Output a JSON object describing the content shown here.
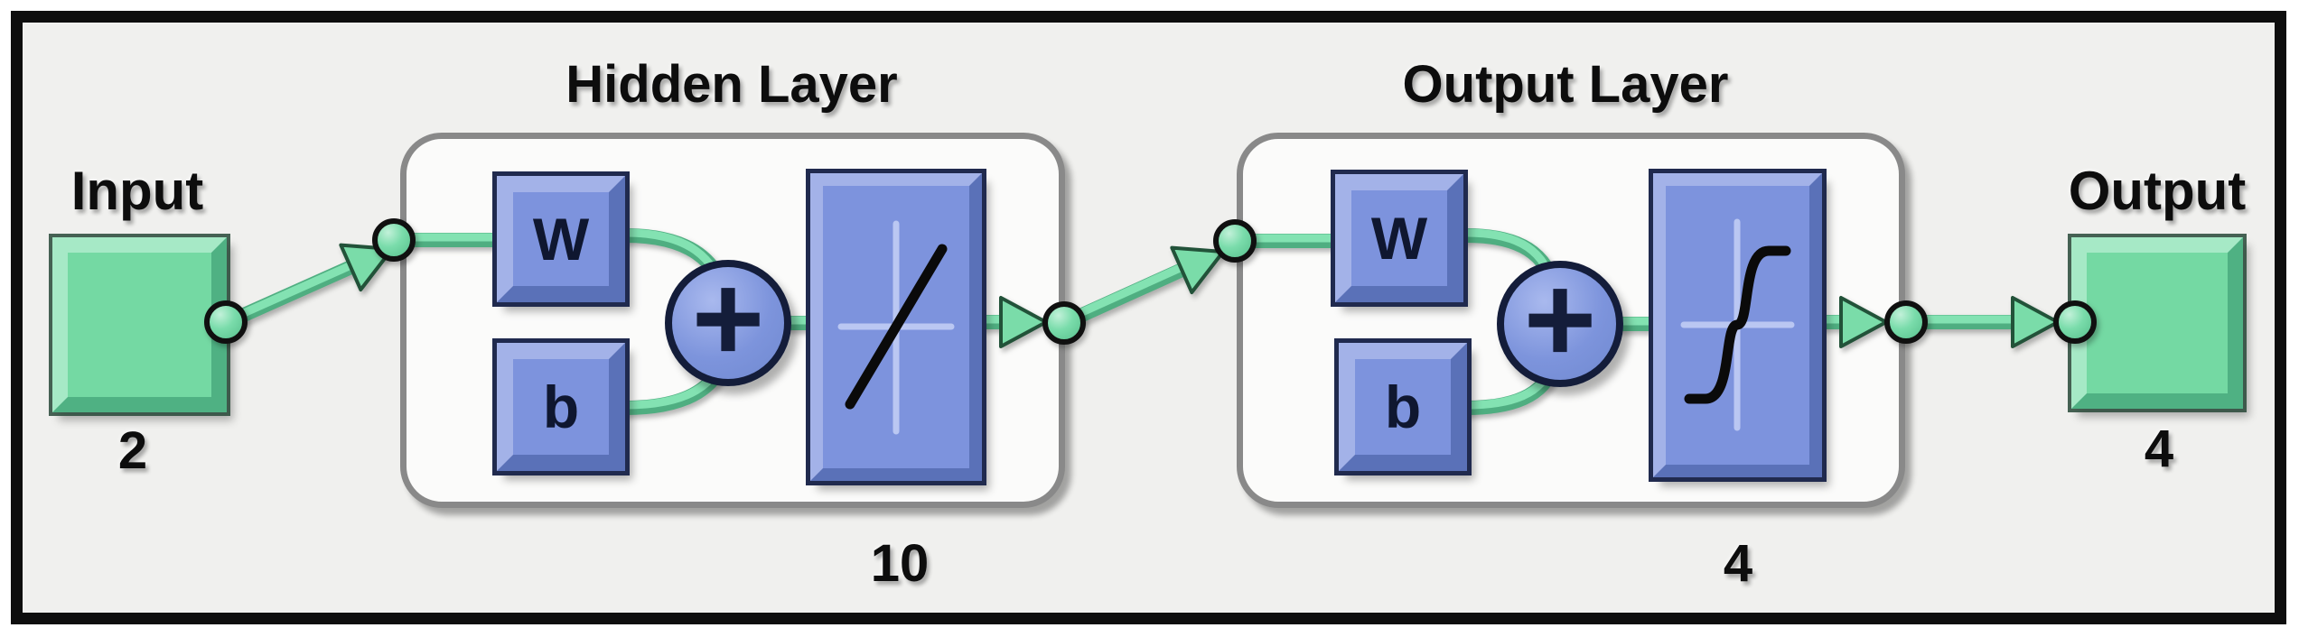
{
  "diagram": {
    "type": "neural-network-view",
    "input": {
      "label": "Input",
      "size": "2"
    },
    "layers": [
      {
        "title": "Hidden Layer",
        "weight_label": "W",
        "bias_label": "b",
        "sum_label": "+",
        "transfer_function": "purelin-linear",
        "size_label": "10"
      },
      {
        "title": "Output Layer",
        "weight_label": "W",
        "bias_label": "b",
        "sum_label": "+",
        "transfer_function": "tansig-sigmoid",
        "size_label": "4"
      }
    ],
    "output": {
      "label": "Output",
      "size": "4"
    },
    "colors": {
      "background": "#f0f0ee",
      "frame": "#0e0e0e",
      "green_block": "#74d9a3",
      "green_line": "#77d9a6",
      "blue_block": "#7d93dd",
      "box_border": "#898989",
      "text": "#0d0d0d"
    }
  }
}
